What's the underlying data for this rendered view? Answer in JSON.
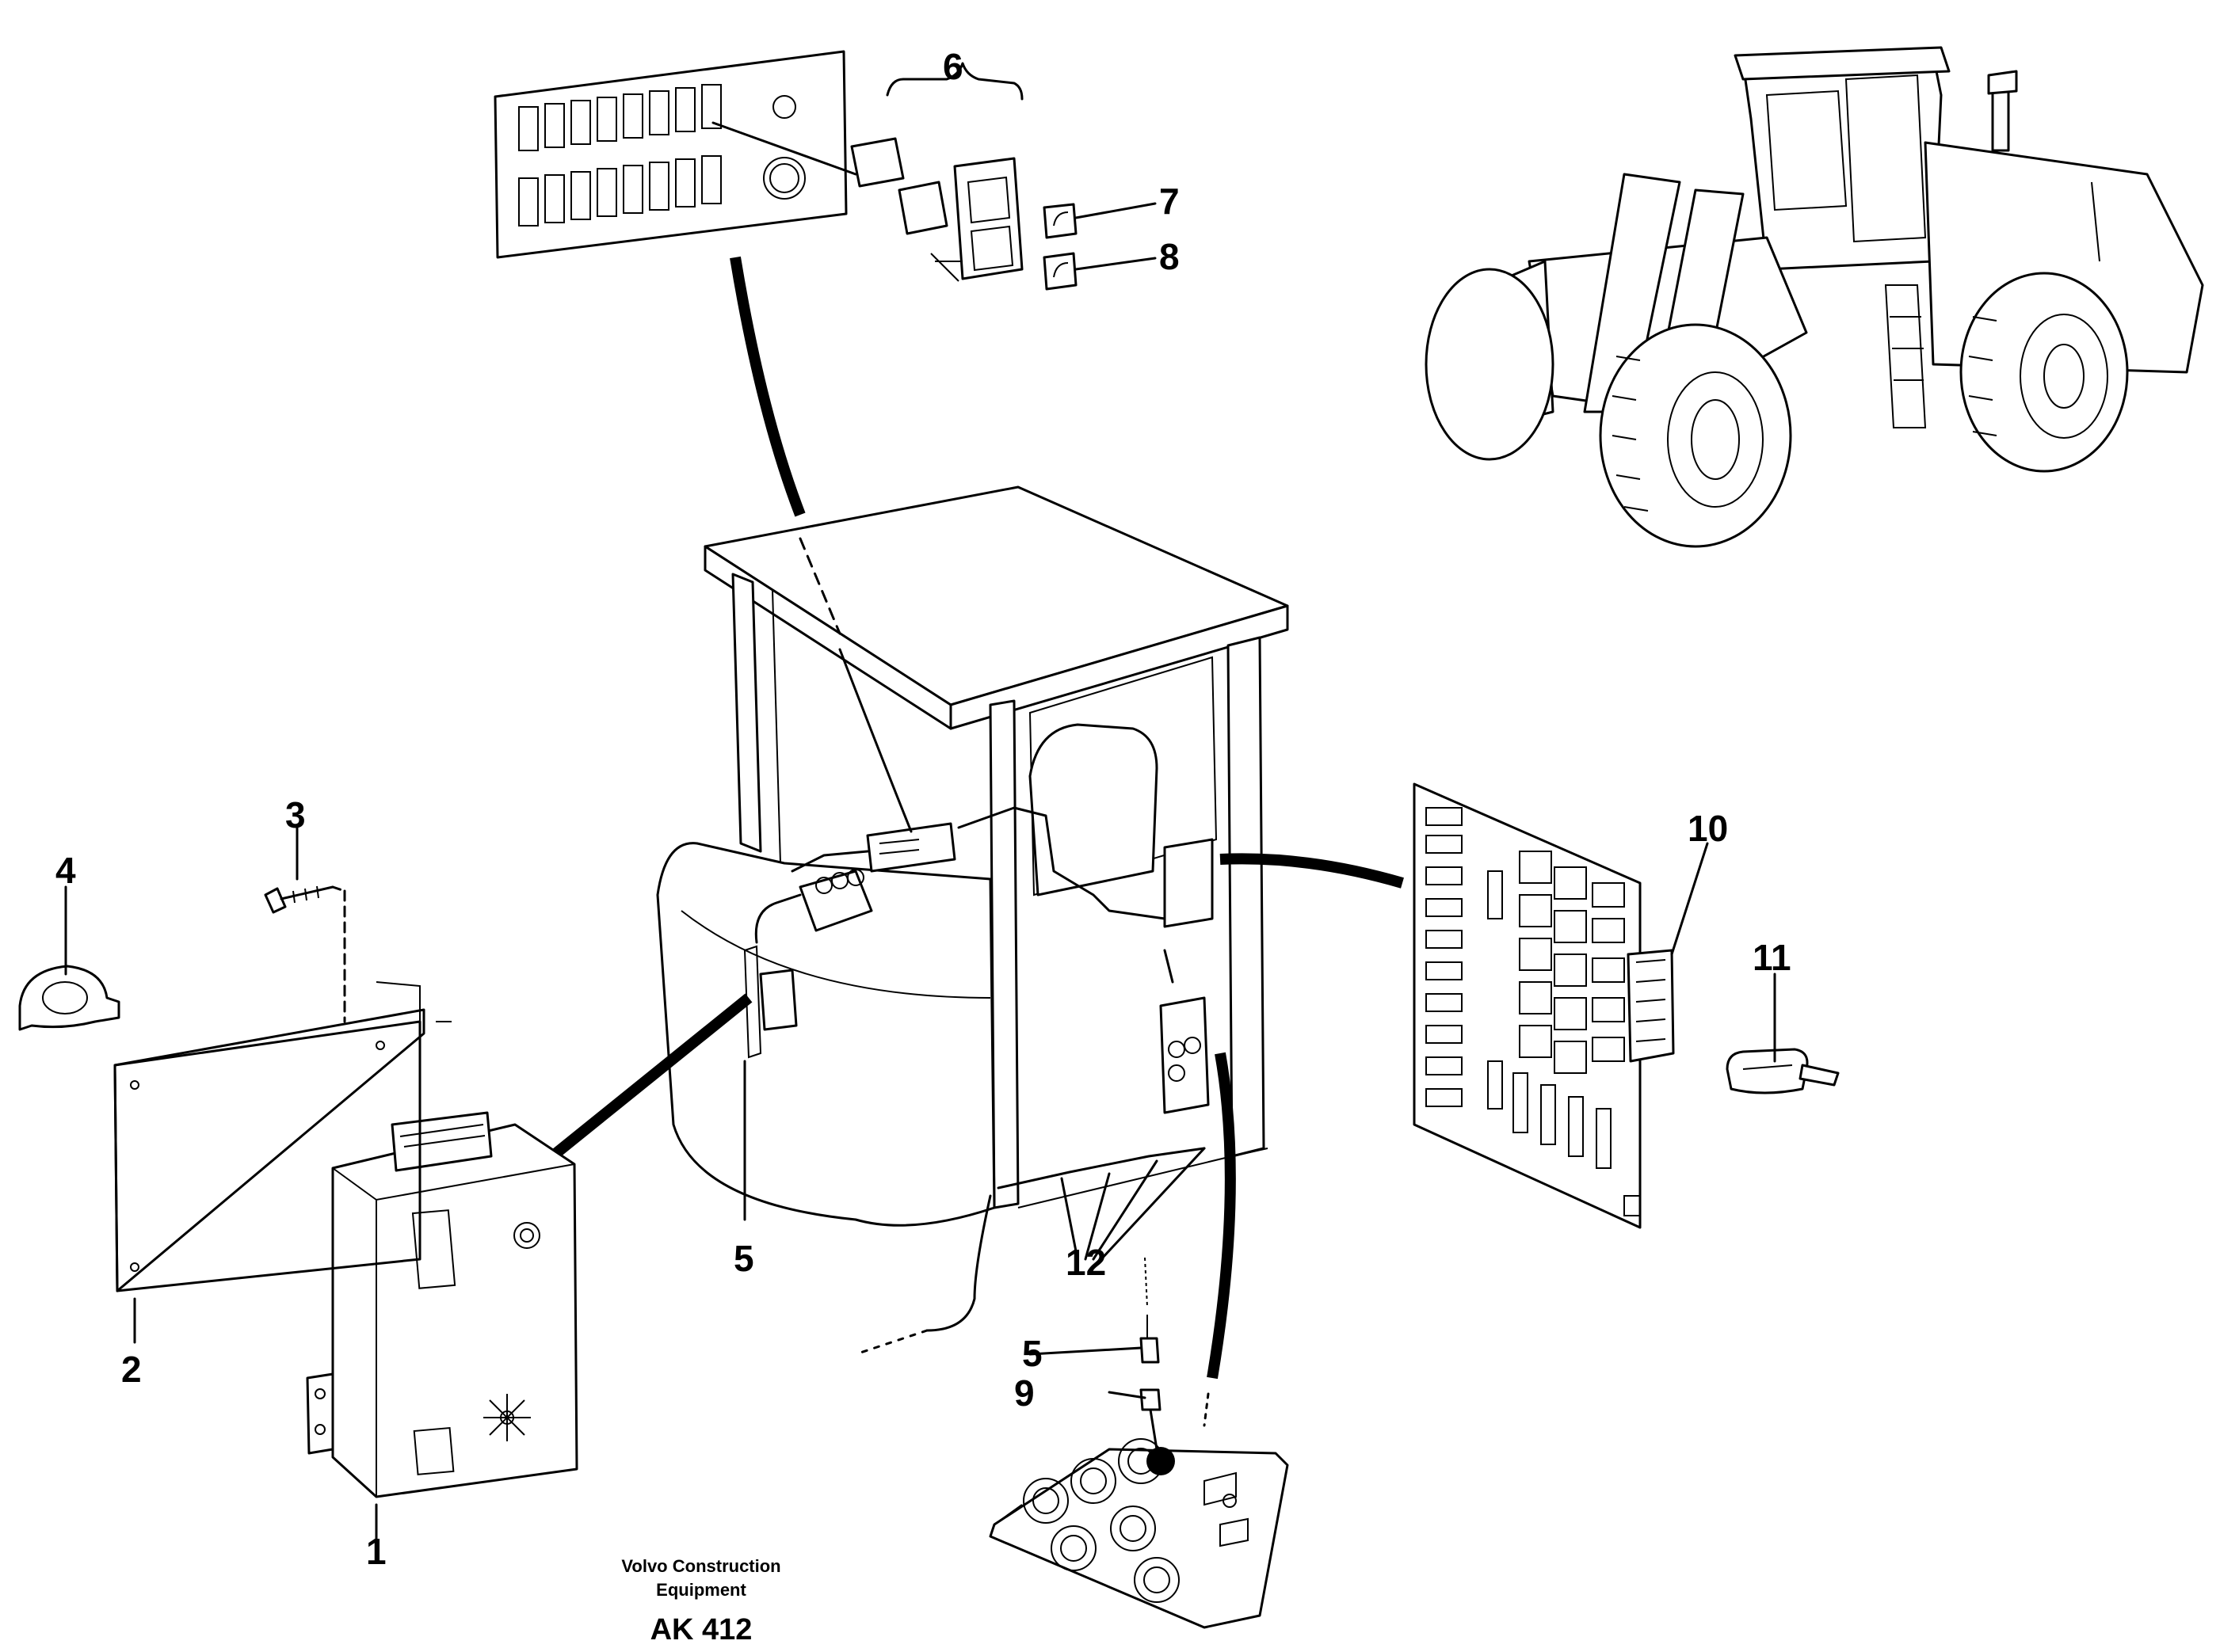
{
  "callouts": {
    "c1": "1",
    "c2": "2",
    "c3": "3",
    "c4": "4",
    "c5a": "5",
    "c5b": "5",
    "c6": "6",
    "c7": "7",
    "c8": "8",
    "c9": "9",
    "c10": "10",
    "c11": "11",
    "c12": "12"
  },
  "footer": {
    "company_line1": "Volvo Construction",
    "company_line2": "Equipment",
    "code": "AK 412"
  }
}
